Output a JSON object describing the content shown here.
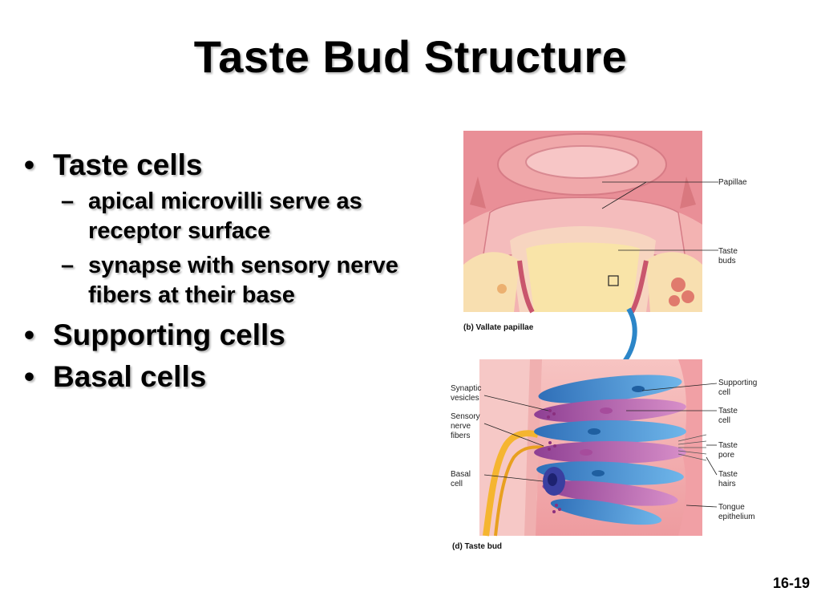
{
  "slide": {
    "title": "Taste Bud Structure",
    "number": "16-19"
  },
  "bullets": {
    "marker": "•",
    "sub_marker": "–",
    "taste_cells": "Taste cells",
    "sub1": "apical microvilli serve as receptor surface",
    "sub2": "synapse with sensory nerve fibers at their base",
    "supporting": "Supporting cells",
    "basal": "Basal cells"
  },
  "figure": {
    "top_labels": {
      "papillae": "Papillae",
      "taste": "Taste",
      "buds": "buds"
    },
    "top_caption": "(b) Vallate papillae",
    "left_labels": {
      "synaptic": "Synaptic",
      "vesicles": "vesicles",
      "sensory": "Sensory",
      "nerve": "nerve",
      "fibers": "fibers",
      "basal": "Basal",
      "cell": "cell"
    },
    "right_labels": {
      "supporting": "Supporting",
      "supporting_2": "cell",
      "taste": "Taste",
      "taste_2": "cell",
      "pore": "Taste",
      "pore_2": "pore",
      "hairs": "Taste",
      "hairs_2": "hairs",
      "tongue": "Tongue",
      "tongue_2": "epithelium"
    },
    "bottom_caption": "(d) Taste bud"
  },
  "colors": {
    "pink_tissue": "#f2a6a8",
    "blue_cells": "#3b8fd0",
    "purple_cells": "#b15aa8",
    "nerve_yellow": "#f5b530"
  }
}
